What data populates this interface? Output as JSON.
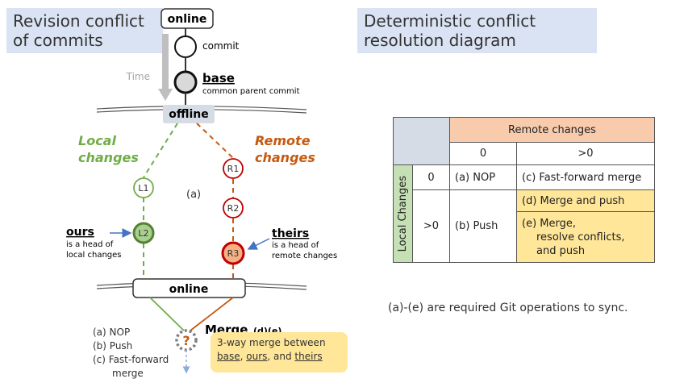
{
  "left_title": [
    "Revision conflict",
    "of commits"
  ],
  "right_title": [
    "Deterministic conflict",
    "resolution diagram"
  ],
  "graph": {
    "online_top": "online",
    "commit_label": "commit",
    "time_label": "Time",
    "base_label": "base",
    "base_sub": "common parent commit",
    "offline_label": "offline",
    "local_changes": [
      "Local",
      "changes"
    ],
    "remote_changes": [
      "Remote",
      "changes"
    ],
    "nodes": {
      "l1": "L1",
      "l2": "L2",
      "r1": "R1",
      "r2": "R2",
      "r3": "R3"
    },
    "case_a": "(a)",
    "ours_label": "ours",
    "ours_sub": [
      "is a head of",
      "local changes"
    ],
    "theirs_label": "theirs",
    "theirs_sub": [
      "is a head of",
      "remote changes"
    ],
    "online_bottom": "online",
    "merge_node": "?",
    "merge_title": "Merge",
    "merge_cases": "(d)(e)",
    "merge_desc_1": "3-way merge between",
    "merge_desc_base": "base",
    "merge_desc_sep1": ", ",
    "merge_desc_ours": "ours",
    "merge_desc_sep2": ", and ",
    "merge_desc_theirs": "theirs",
    "ops": [
      "(a)  NOP",
      "(b)  Push",
      "(c)  Fast-forward",
      "merge"
    ]
  },
  "table": {
    "remote_header": "Remote changes",
    "remote_zero": "0",
    "remote_pos": ">0",
    "local_header": "Local Changes",
    "local_zero": "0",
    "local_pos": ">0",
    "a": "(a) NOP",
    "c": "(c) Fast-forward merge",
    "b": "(b) Push",
    "d": "(d) Merge and push",
    "e": [
      "(e) Merge,",
      "resolve conflicts,",
      "and push"
    ]
  },
  "footnote": "(a)-(e) are required Git operations to sync.",
  "colors": {
    "local": "#70ad47",
    "remote": "#c55a11",
    "blue_tint": "#dae3f3",
    "yellow": "#ffe699"
  }
}
